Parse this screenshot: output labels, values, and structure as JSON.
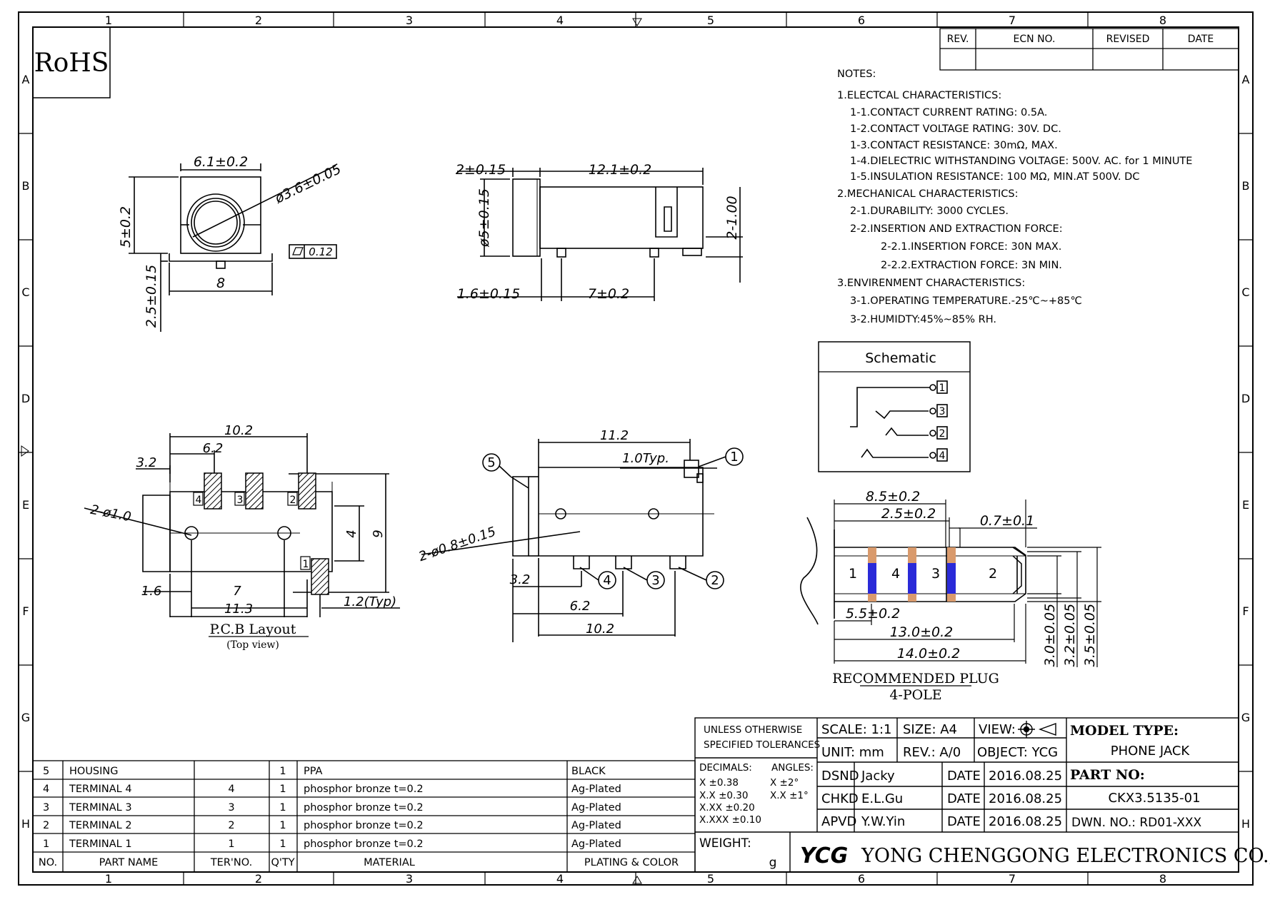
{
  "frame": {
    "cols": [
      "1",
      "2",
      "3",
      "4",
      "5",
      "6",
      "7",
      "8"
    ],
    "rows": [
      "A",
      "B",
      "C",
      "D",
      "E",
      "F",
      "G",
      "H"
    ]
  },
  "rohs": "RoHS",
  "rev_table": {
    "headers": [
      "REV.",
      "ECN NO.",
      "REVISED",
      "DATE"
    ]
  },
  "notes": [
    "NOTES:",
    "1.ELECTCAL  CHARACTERISTICS:",
    "1-1.CONTACT  CURRENT  RATING:   0.5A.",
    "1-2.CONTACT  VOLTAGE  RATING:  30V.  DC.",
    "1-3.CONTACT  RESISTANCE:  30mΩ,  MAX.",
    "1-4.DIELECTRIC  WITHSTANDING  VOLTAGE:  500V.  AC.  for  1  MINUTE",
    "1-5.INSULATION  RESISTANCE:  100  MΩ, MIN.AT  500V.  DC",
    "2.MECHANICAL  CHARACTERISTICS:",
    "2-1.DURABILITY:  3000  CYCLES.",
    "2-2.INSERTION  AND  EXTRACTION  FORCE:",
    "2-2.1.INSERTION  FORCE:     30N  MAX.",
    "2-2.2.EXTRACTION  FORCE:  3N  MIN.",
    "3.ENVIRENMENT  CHARACTERISTICS:",
    "3-1.OPERATING  TEMPERATURE.-25℃~+85℃",
    "3-2.HUMIDTY:45%~85%  RH."
  ],
  "schematic": {
    "title": "Schematic",
    "pins": [
      "1",
      "3",
      "2",
      "4"
    ]
  },
  "front_view": {
    "width": "6.1±0.2",
    "diameter": "ø3.6±0.05",
    "height": "5±0.2",
    "flat": "0.12",
    "foot": "8",
    "standoff": "2.5±0.15"
  },
  "side_view": {
    "front": "2±0.15",
    "length": "12.1±0.2",
    "dia": "ø5±0.15",
    "pin_h": "2-1.00",
    "offset": "1.6±0.15",
    "pitch": "7±0.2"
  },
  "pcb": {
    "d_10_2": "10.2",
    "d_6_2": "6.2",
    "d_3_2": "3.2",
    "holes": "2-ø1.0",
    "d_4": "4",
    "d_9": "9",
    "d_1_6": "1.6",
    "d_7": "7",
    "d_11_3": "11.3",
    "typ": "1.2(Typ)",
    "pads": [
      "4",
      "3",
      "2",
      "1"
    ],
    "caption": "P.C.B Layout",
    "sub": "(Top view)"
  },
  "top_view": {
    "len": "11.2",
    "typ": "1.0Typ.",
    "holes": "2-ø0.8±0.15",
    "d_3_2": "3.2",
    "d_6_2": "6.2",
    "d_10_2": "10.2",
    "balloons": [
      "5",
      "1",
      "4",
      "3",
      "2"
    ]
  },
  "plug": {
    "d_8_5": "8.5±0.2",
    "d_2_5": "2.5±0.2",
    "d_0_7": "0.7±0.1",
    "d_5_5": "5.5±0.2",
    "d_13": "13.0±0.2",
    "d_14": "14.0±0.2",
    "d_3_0": "3.0±0.05",
    "d_3_2": "3.2±0.05",
    "d_3_5": "3.5±0.05",
    "segments": [
      "1",
      "4",
      "3",
      "2"
    ],
    "caption": "RECOMMENDED PLUG",
    "sub": "4-POLE"
  },
  "bom": {
    "headers": [
      "NO.",
      "PART NAME",
      "TER'NO.",
      "Q'TY",
      "MATERIAL",
      "PLATING & COLOR"
    ],
    "rows": [
      [
        "5",
        "HOUSING",
        "",
        "1",
        "PPA",
        "BLACK"
      ],
      [
        "4",
        "TERMINAL 4",
        "4",
        "1",
        "phosphor bronze  t=0.2",
        "Ag-Plated"
      ],
      [
        "3",
        "TERMINAL 3",
        "3",
        "1",
        "phosphor bronze  t=0.2",
        "Ag-Plated"
      ],
      [
        "2",
        "TERMINAL 2",
        "2",
        "1",
        "phosphor bronze  t=0.2",
        "Ag-Plated"
      ],
      [
        "1",
        "TERMINAL 1",
        "1",
        "1",
        "phosphor bronze  t=0.2",
        "Ag-Plated"
      ]
    ]
  },
  "title_block": {
    "tol1": "UNLESS OTHERWISE",
    "tol2": "SPECIFIED TOLERANCES",
    "decimals": "DECIMALS:",
    "angles": "ANGLES:",
    "tx": "X     ±0.38",
    "txx": "X.X   ±0.30",
    "txxx": "X.XX  ±0.20",
    "txxxx": "X.XXX ±0.10",
    "ax": "X   ±2°",
    "axx": "X.X ±1°",
    "weight": "WEIGHT:",
    "weight_unit": "g",
    "scale": "SCALE:  1:1",
    "size": "SIZE:  A4",
    "view": "VIEW:",
    "unit": "UNIT:  mm",
    "rev": "REV.:  A/0",
    "object": "OBJECT:  YCG",
    "dsnd": "DSND",
    "dsnd_name": "Jacky",
    "chkd": "CHKD",
    "chkd_name": "E.L.Gu",
    "apvd": "APVD",
    "apvd_name": "Y.W.Yin",
    "date_label": "DATE",
    "date": "2016.08.25",
    "model_label": "MODEL TYPE:",
    "model": "PHONE JACK",
    "part_label": "PART NO:",
    "part": "CKX3.5135-01",
    "dwn": "DWN.  NO.:  RD01-XXX",
    "logo": "YCG",
    "company": "YONG CHENGGONG ELECTRONICS CO.,LTD."
  }
}
